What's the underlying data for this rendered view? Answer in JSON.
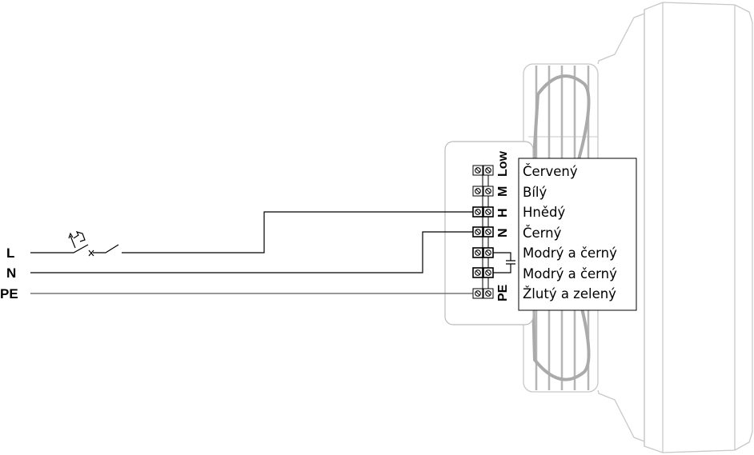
{
  "supply_lines": [
    {
      "label": "L"
    },
    {
      "label": "N"
    },
    {
      "label": "PE"
    }
  ],
  "terminal_labels": [
    "Low",
    "M",
    "H",
    "N",
    "PE"
  ],
  "wire_colors_legend": [
    "Červený",
    "Bílý",
    "Hnědý",
    "Černý",
    "Modrý a černý",
    "Modrý a černý",
    "Žlutý a zelený"
  ],
  "colors": {
    "wire": "#000000",
    "pe_wire": "#777777",
    "housing": "#c8c8c8",
    "blade": "#aaaaaa"
  }
}
